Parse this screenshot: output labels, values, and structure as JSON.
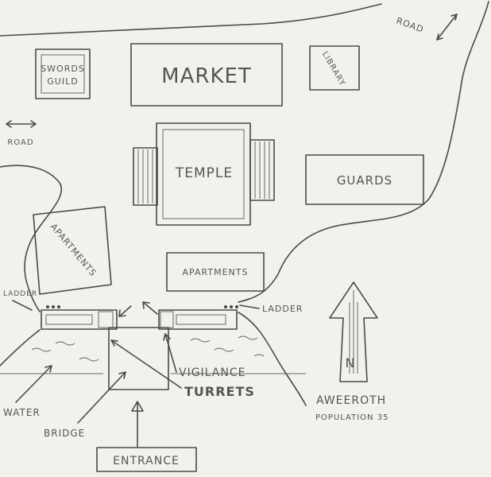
{
  "labels": {
    "road_top": "ROAD",
    "road_left": "ROAD",
    "swords_guild_1": "SWORDS",
    "swords_guild_2": "GUILD",
    "market": "MARKET",
    "library": "LIBRARY",
    "temple": "TEMPLE",
    "guards": "GUARDS",
    "apartments_left": "APARTMENTS",
    "apartments_center": "APARTMENTS",
    "ladder_left": "LADDER",
    "ladder_right": "LADDER",
    "vigilance": "VIGILANCE",
    "turrets": "TURRETS",
    "water": "WATER",
    "bridge": "BRIDGE",
    "entrance": "ENTRANCE",
    "town_name": "AWEEROTH",
    "population": "POPULATION 35",
    "north": "N"
  },
  "colors": {
    "paper": "#f3f1ec",
    "pencil": "#4a4a4a",
    "text": "#555555"
  },
  "icons": [
    "road-arrow-icon",
    "north-arrow-icon",
    "entrance-arrow-icon"
  ]
}
